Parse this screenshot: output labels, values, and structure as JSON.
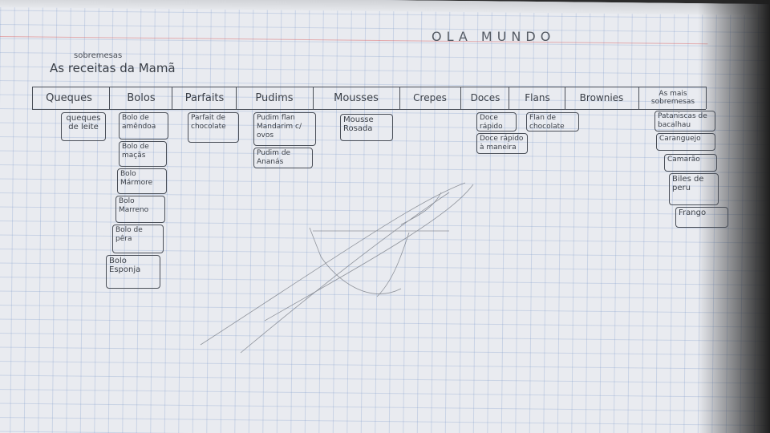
{
  "header_top": "OLA MUNDO",
  "title_main": "As receitas da Mamã",
  "title_overwrite": "sobremesas",
  "categories": [
    {
      "label": "Queques",
      "items": [
        "queques de leite"
      ]
    },
    {
      "label": "Bolos",
      "items": [
        "Bolo de amêndoa",
        "Bolo de maçãs",
        "Bolo Mármore",
        "Bolo Marreno",
        "Bolo de pêra",
        "Bolo Esponja"
      ]
    },
    {
      "label": "Parfaits",
      "items": [
        "Parfait de chocolate"
      ]
    },
    {
      "label": "Pudims",
      "items": [
        "Pudim flan Mandarim c/ ovos",
        "Pudim de Ananás"
      ]
    },
    {
      "label": "Mousses",
      "items": [
        "Mousse Rosada"
      ]
    },
    {
      "label": "Crepes",
      "items": []
    },
    {
      "label": "Doces",
      "items": [
        "Doce rápido",
        "Doce rápido à maneira"
      ]
    },
    {
      "label": "Flans",
      "items": [
        "Flan de chocolate"
      ]
    },
    {
      "label": "Brownies",
      "items": []
    },
    {
      "label": "As mais sobremesas",
      "items": [
        "Pataniscas de bacalhau",
        "Caranguejo",
        "Camarão",
        "Biles de peru",
        "Frango"
      ]
    }
  ]
}
